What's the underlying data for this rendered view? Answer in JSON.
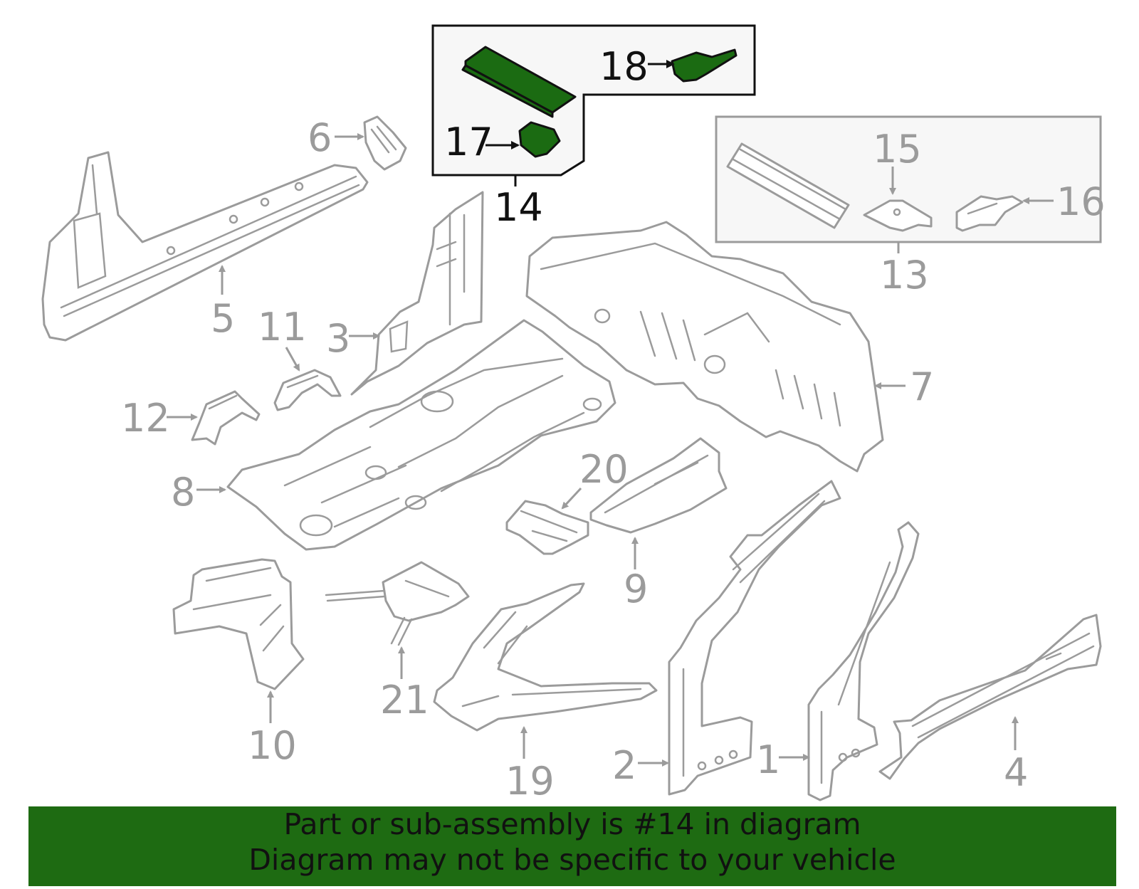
{
  "colors": {
    "highlight": "#1b6b12",
    "banner": "#1e6b12",
    "line": "#9b9b9b",
    "ink": "#111111"
  },
  "labels": {
    "l1": "1",
    "l2": "2",
    "l3": "3",
    "l4": "4",
    "l5": "5",
    "l6": "6",
    "l7": "7",
    "l8": "8",
    "l9": "9",
    "l10": "10",
    "l11": "11",
    "l12": "12",
    "l13": "13",
    "l14": "14",
    "l15": "15",
    "l16": "16",
    "l17": "17",
    "l18": "18",
    "l19": "19",
    "l20": "20",
    "l21": "21"
  },
  "banner": {
    "line1": "Part or sub-assembly is #14 in diagram",
    "line2": "Diagram may not be specific to your vehicle"
  }
}
